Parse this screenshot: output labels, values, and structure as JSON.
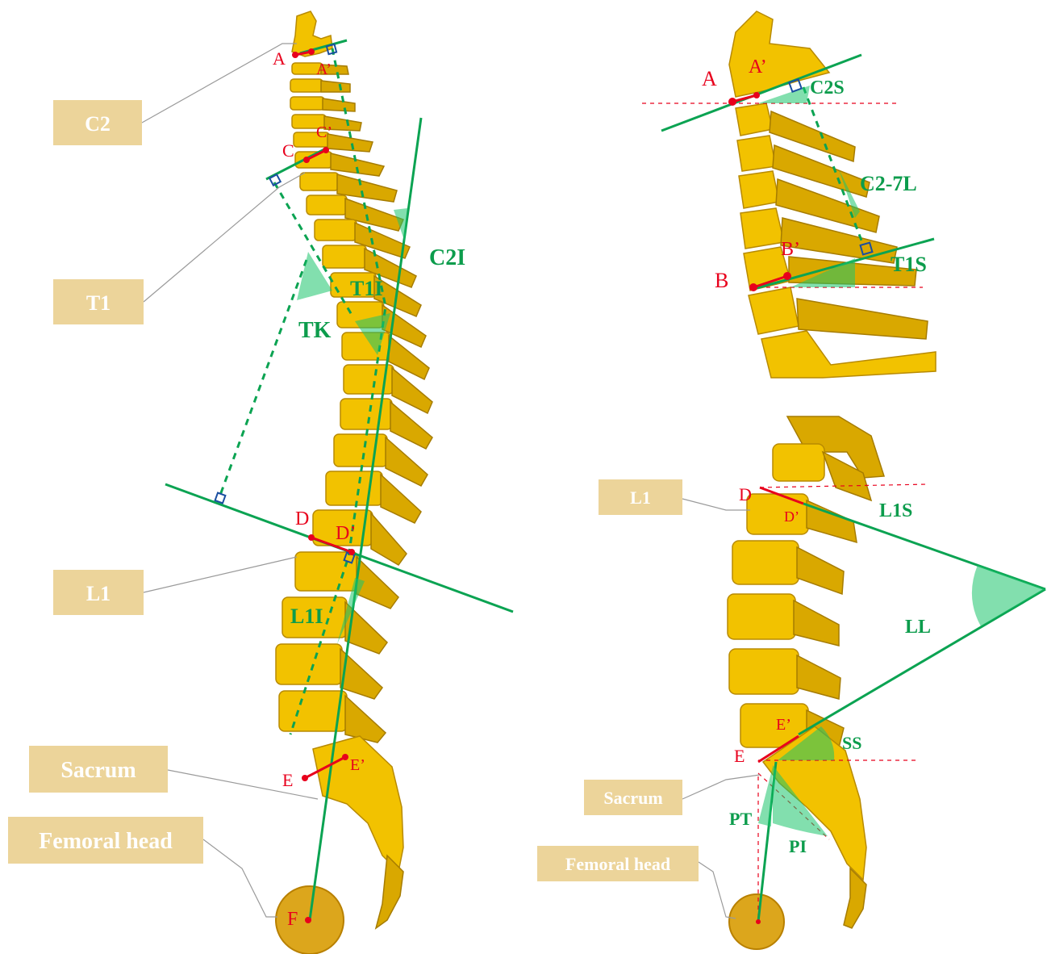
{
  "panel_left": {
    "boxes": {
      "c2": "C2",
      "t1": "T1",
      "l1": "L1",
      "sacrum": "Sacrum",
      "femoral": "Femoral head"
    },
    "points": {
      "a": "A",
      "a_prime": "A’",
      "c": "C",
      "c_prime": "C’",
      "d": "D",
      "d_prime": "D’",
      "e": "E",
      "e_prime": "E’",
      "f": "F"
    },
    "angles": {
      "c2i": "C2I",
      "t1i": "T1I",
      "tk": "TK",
      "l1i": "L1I"
    }
  },
  "panel_cervical": {
    "points": {
      "a": "A",
      "a_prime": "A’",
      "b": "B",
      "b_prime": "B’"
    },
    "angles": {
      "c2s": "C2S",
      "c27l": "C2-7L",
      "t1s": "T1S"
    }
  },
  "panel_lumbar": {
    "boxes": {
      "l1": "L1",
      "sacrum": "Sacrum",
      "femoral": "Femoral head"
    },
    "points": {
      "d": "D",
      "d_prime": "D’",
      "e": "E",
      "e_prime": "E’"
    },
    "angles": {
      "l1s": "L1S",
      "ll": "LL",
      "ss": "SS",
      "pt": "PT",
      "pi": "PI"
    }
  },
  "colors": {
    "bone": "#f2c200",
    "measure_line": "#0ba352",
    "point": "#e8001c",
    "label_box": "#ecd49a"
  }
}
